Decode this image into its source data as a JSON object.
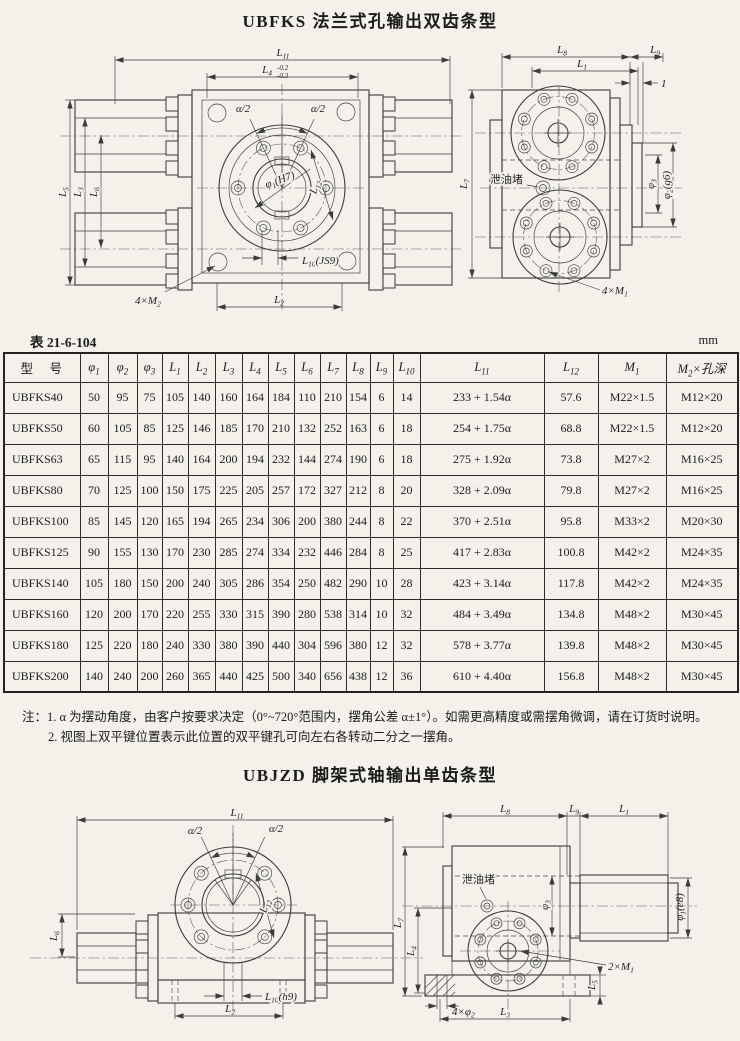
{
  "page": {
    "title_top": "UBFKS 法兰式孔输出双齿条型",
    "title_bottom": "UBJZD 脚架式轴输出单齿条型",
    "table_caption": "表 21-6-104",
    "unit": "mm",
    "paper_color": "#f3f1ea",
    "line_color": "#3b3b3b"
  },
  "table": {
    "headers": [
      {
        "b": "型　号",
        "s": "",
        "t": ""
      },
      {
        "b": "φ",
        "s": "1",
        "t": ""
      },
      {
        "b": "φ",
        "s": "2",
        "t": ""
      },
      {
        "b": "φ",
        "s": "3",
        "t": ""
      },
      {
        "b": "L",
        "s": "1",
        "t": ""
      },
      {
        "b": "L",
        "s": "2",
        "t": ""
      },
      {
        "b": "L",
        "s": "3",
        "t": ""
      },
      {
        "b": "L",
        "s": "4",
        "t": ""
      },
      {
        "b": "L",
        "s": "5",
        "t": ""
      },
      {
        "b": "L",
        "s": "6",
        "t": ""
      },
      {
        "b": "L",
        "s": "7",
        "t": ""
      },
      {
        "b": "L",
        "s": "8",
        "t": ""
      },
      {
        "b": "L",
        "s": "9",
        "t": ""
      },
      {
        "b": "L",
        "s": "10",
        "t": ""
      },
      {
        "b": "L",
        "s": "11",
        "t": ""
      },
      {
        "b": "L",
        "s": "12",
        "t": ""
      },
      {
        "b": "M",
        "s": "1",
        "t": ""
      },
      {
        "b": "M",
        "s": "2",
        "t": "×孔深"
      }
    ],
    "rows": [
      [
        "UBFKS40",
        "50",
        "95",
        "75",
        "105",
        "140",
        "160",
        "164",
        "184",
        "110",
        "210",
        "154",
        "6",
        "14",
        "233 + 1.54α",
        "57.6",
        "M22×1.5",
        "M12×20"
      ],
      [
        "UBFKS50",
        "60",
        "105",
        "85",
        "125",
        "146",
        "185",
        "170",
        "210",
        "132",
        "252",
        "163",
        "6",
        "18",
        "254 + 1.75α",
        "68.8",
        "M22×1.5",
        "M12×20"
      ],
      [
        "UBFKS63",
        "65",
        "115",
        "95",
        "140",
        "164",
        "200",
        "194",
        "232",
        "144",
        "274",
        "190",
        "6",
        "18",
        "275 + 1.92α",
        "73.8",
        "M27×2",
        "M16×25"
      ],
      [
        "UBFKS80",
        "70",
        "125",
        "100",
        "150",
        "175",
        "225",
        "205",
        "257",
        "172",
        "327",
        "212",
        "8",
        "20",
        "328 + 2.09α",
        "79.8",
        "M27×2",
        "M16×25"
      ],
      [
        "UBFKS100",
        "85",
        "145",
        "120",
        "165",
        "194",
        "265",
        "234",
        "306",
        "200",
        "380",
        "244",
        "8",
        "22",
        "370 + 2.51α",
        "95.8",
        "M33×2",
        "M20×30"
      ],
      [
        "UBFKS125",
        "90",
        "155",
        "130",
        "170",
        "230",
        "285",
        "274",
        "334",
        "232",
        "446",
        "284",
        "8",
        "25",
        "417 + 2.83α",
        "100.8",
        "M42×2",
        "M24×35"
      ],
      [
        "UBFKS140",
        "105",
        "180",
        "150",
        "200",
        "240",
        "305",
        "286",
        "354",
        "250",
        "482",
        "290",
        "10",
        "28",
        "423 + 3.14α",
        "117.8",
        "M42×2",
        "M24×35"
      ],
      [
        "UBFKS160",
        "120",
        "200",
        "170",
        "220",
        "255",
        "330",
        "315",
        "390",
        "280",
        "538",
        "314",
        "10",
        "32",
        "484 + 3.49α",
        "134.8",
        "M48×2",
        "M30×45"
      ],
      [
        "UBFKS180",
        "125",
        "220",
        "180",
        "240",
        "330",
        "380",
        "390",
        "440",
        "304",
        "596",
        "380",
        "12",
        "32",
        "578 + 3.77α",
        "139.8",
        "M48×2",
        "M30×45"
      ],
      [
        "UBFKS200",
        "140",
        "240",
        "200",
        "260",
        "365",
        "440",
        "425",
        "500",
        "340",
        "656",
        "438",
        "12",
        "36",
        "610 + 4.40α",
        "156.8",
        "M48×2",
        "M30×45"
      ]
    ]
  },
  "notes": {
    "line1": "注：1. α 为摆动角度，由客户按要求决定（0°~720°范围内，摆角公差 α±1°）。如需更高精度或需摆角微调，请在订货时说明。",
    "line2": "2. 视图上双平键位置表示此位置的双平键孔可向左右各转动二分之一摆角。"
  },
  "drawings": {
    "ubfks_front": {
      "l11": {
        "b": "L",
        "s": "11"
      },
      "l4": {
        "b": "L",
        "s": "4"
      },
      "l4_tol_up": "-0.2",
      "l4_tol_dn": "-0.3",
      "alpha_l": "α/2",
      "alpha_r": "α/2",
      "phi1": {
        "b": "φ",
        "s": "1",
        "t": "(H7)"
      },
      "l12": {
        "b": "L",
        "s": "12"
      },
      "l5": {
        "b": "L",
        "s": "5"
      },
      "l3": {
        "b": "L",
        "s": "3"
      },
      "l6": {
        "b": "L",
        "s": "6"
      },
      "l10": {
        "b": "L",
        "s": "10",
        "t": "(JS9)"
      },
      "l2": {
        "b": "L",
        "s": "2"
      },
      "m2": {
        "b": "4×M",
        "s": "2"
      }
    },
    "ubfks_side": {
      "l8": {
        "b": "L",
        "s": "8"
      },
      "l1": {
        "b": "L",
        "s": "1"
      },
      "l9": {
        "b": "L",
        "s": "9"
      },
      "one": "1",
      "l7": {
        "b": "L",
        "s": "7"
      },
      "oil": "泄油堵",
      "phi3": {
        "b": "φ",
        "s": "3"
      },
      "phi2": {
        "b": "φ",
        "s": "2",
        "t": "(g6)"
      },
      "m1": {
        "b": "4×M",
        "s": "1"
      }
    },
    "ubjzd_front": {
      "l11": {
        "b": "L",
        "s": "11"
      },
      "alpha_l": "α/2",
      "alpha_r": "α/2",
      "l12": {
        "b": "L",
        "s": "12"
      },
      "l6": {
        "b": "L",
        "s": "6"
      },
      "l10": {
        "b": "L",
        "s": "10",
        "t": "(h9)"
      },
      "l2": {
        "b": "L",
        "s": "2"
      }
    },
    "ubjzd_side": {
      "l8": {
        "b": "L",
        "s": "8"
      },
      "l9": {
        "b": "L",
        "s": "9"
      },
      "l1": {
        "b": "L",
        "s": "1"
      },
      "l7": {
        "b": "L",
        "s": "7"
      },
      "l4": {
        "b": "L",
        "s": "4"
      },
      "oil": "泄油堵",
      "phi3": {
        "b": "φ",
        "s": "3"
      },
      "phi1": {
        "b": "φ",
        "s": "1",
        "t": "(e8)"
      },
      "m1": {
        "b": "2×M",
        "s": "1"
      },
      "l5": {
        "b": "L",
        "s": "5"
      },
      "phi2": {
        "b": "4×φ",
        "s": "2"
      },
      "l3": {
        "b": "L",
        "s": "3"
      }
    }
  }
}
